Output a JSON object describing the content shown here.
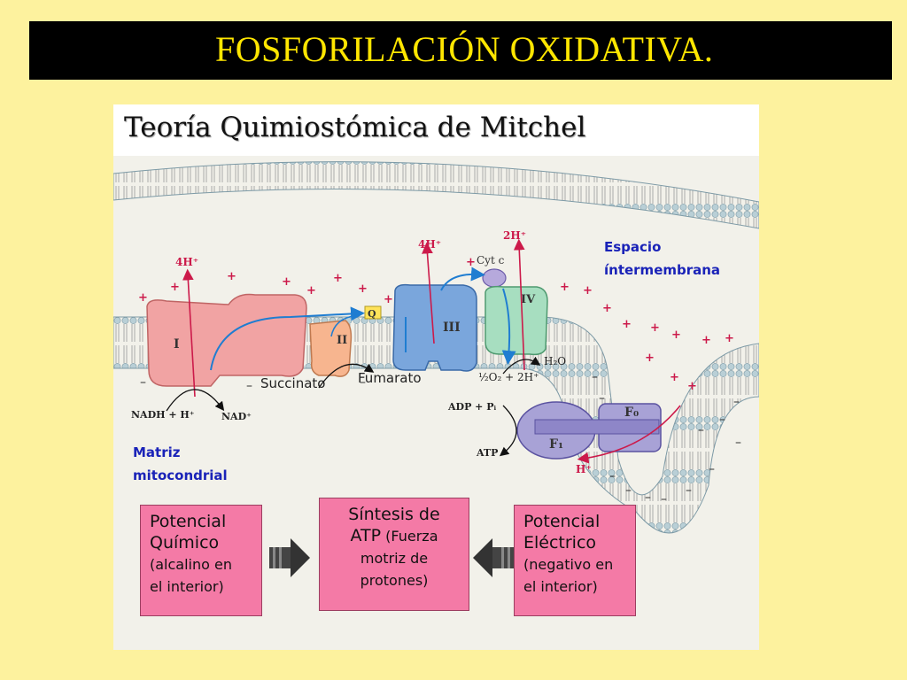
{
  "header": {
    "title": "FOSFORILACIÓN OXIDATIVA."
  },
  "panel": {
    "subtitle": "Teoría Quimiostómica de Mitchel"
  },
  "diagram": {
    "complex_i": "I",
    "complex_ii": "II",
    "complex_iii": "III",
    "complex_iv": "IV",
    "ubiquinone": "Q",
    "cyt_c": "Cyt c",
    "proton_i": "4H⁺",
    "proton_iii": "4H⁺",
    "proton_iv": "2H⁺",
    "nadh": "NADH + H⁺",
    "nad": "NAD⁺",
    "succinato": "Succinato",
    "fumarato": "Fumarato",
    "water": "H₂O",
    "oxygen": "½O₂ + 2H⁺",
    "adp": "ADP + Pᵢ",
    "atp": "ATP",
    "f0": "F₀",
    "f1": "F₁",
    "proton_out": "H⁺",
    "espacio_line1": "Espacio",
    "espacio_line2": "íntermembrana",
    "matriz_line1": "Matriz",
    "matriz_line2": "mitocondrial"
  },
  "boxes": {
    "quimico": {
      "line1": "Potencial",
      "line2": "Químico",
      "line3": "(alcalino en",
      "line4": "el interior)"
    },
    "sintesis": {
      "line1": "Síntesis de",
      "line2a": "ATP",
      "line2b": " (Fuerza",
      "line3": "motriz de",
      "line4": "protones)"
    },
    "electrico": {
      "line1": "Potencial",
      "line2": "Eléctrico",
      "line3": "(negativo en",
      "line4": "el interior)"
    }
  },
  "colors": {
    "background": "#fdf29e",
    "title_bar": "#000000",
    "title_text": "#ffe600",
    "box_fill": "#f47aa6",
    "label_blue": "#1a23b8",
    "proton_arrow": "#cc1a4a"
  }
}
